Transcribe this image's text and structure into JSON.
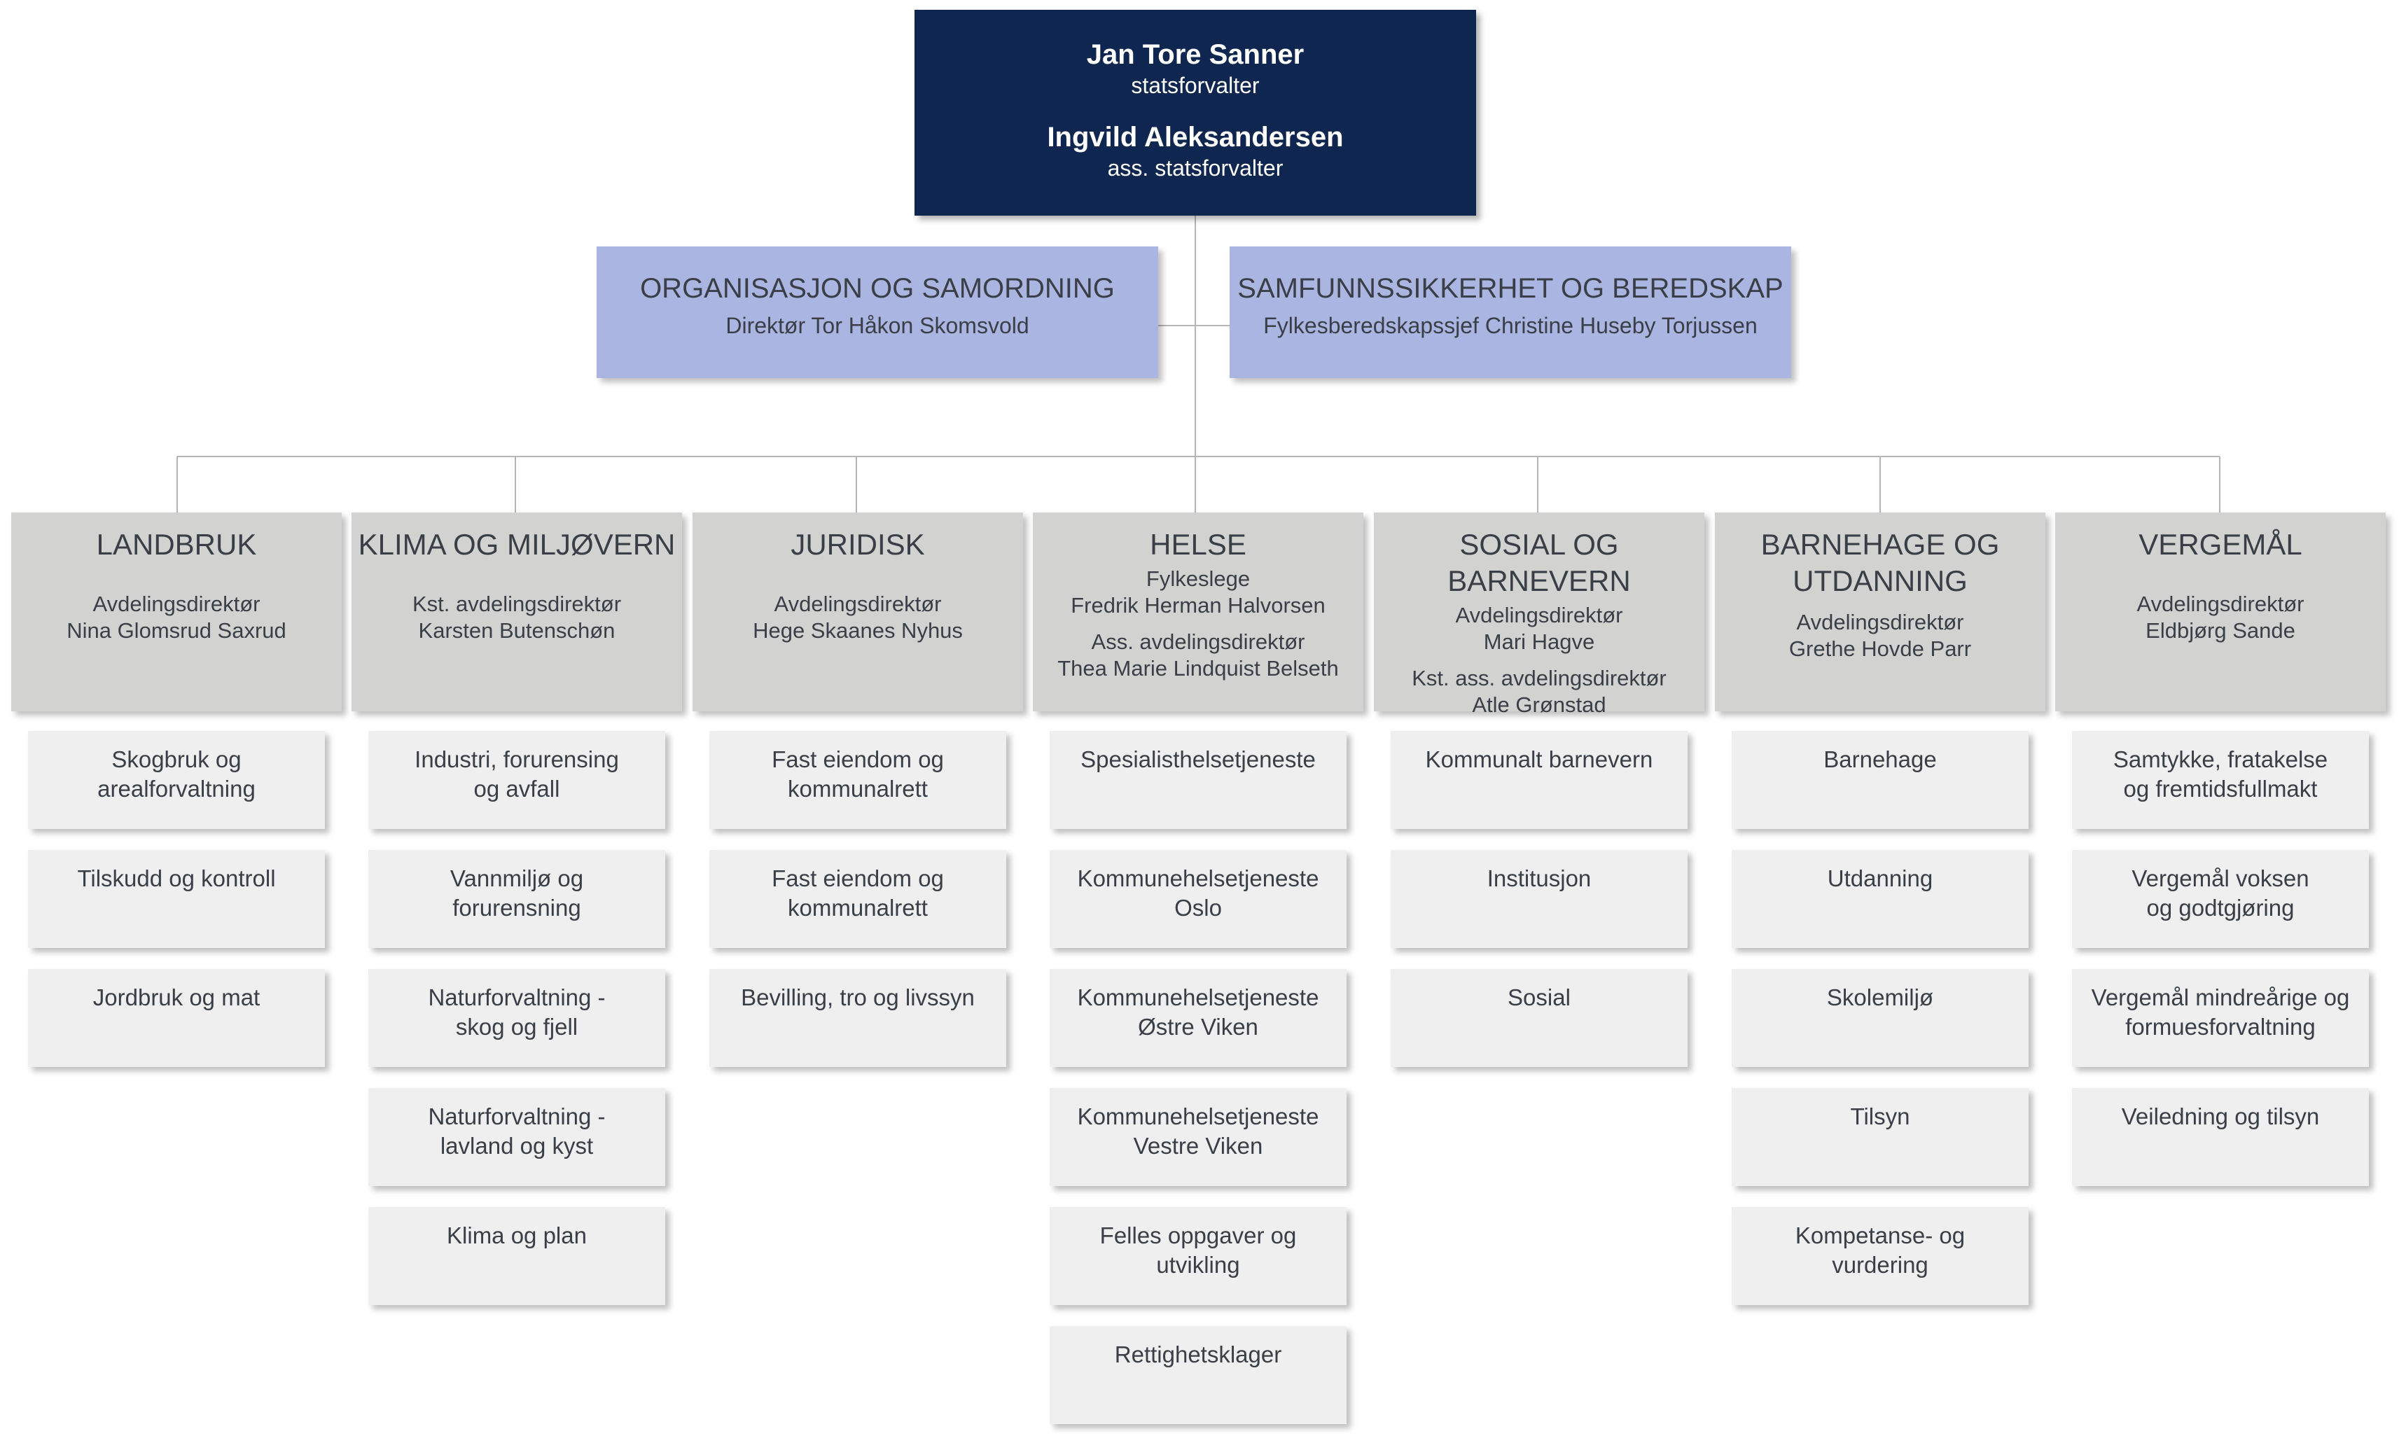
{
  "leadership": [
    {
      "name": "Jan Tore Sanner",
      "role": "statsforvalter"
    },
    {
      "name": "Ingvild Aleksandersen",
      "role": "ass. statsforvalter"
    }
  ],
  "staff_units": [
    {
      "title": "ORGANISASJON OG SAMORDNING",
      "head": "Direktør Tor Håkon Skomsvold"
    },
    {
      "title": "SAMFUNNSSIKKERHET OG BEREDSKAP",
      "head": "Fylkesberedskapssjef Christine Huseby Torjussen"
    }
  ],
  "departments": [
    {
      "title": "LANDBRUK",
      "leaders": [
        {
          "role": "Avdelingsdirektør",
          "name": "Nina Glomsrud Saxrud"
        }
      ],
      "sections": [
        "Skogbruk og\narealforvaltning",
        "Tilskudd og kontroll",
        "Jordbruk og mat"
      ]
    },
    {
      "title": "KLIMA OG MILJØVERN",
      "leaders": [
        {
          "role": "Kst. avdelingsdirektør",
          "name": "Karsten Butenschøn"
        }
      ],
      "sections": [
        "Industri, forurensing\nog avfall",
        "Vannmiljø og\nforurensning",
        "Naturforvaltning -\nskog og fjell",
        "Naturforvaltning -\nlavland og kyst",
        "Klima og plan"
      ]
    },
    {
      "title": "JURIDISK",
      "leaders": [
        {
          "role": "Avdelingsdirektør",
          "name": "Hege Skaanes Nyhus"
        }
      ],
      "sections": [
        "Fast eiendom og\nkommunalrett",
        "Fast eiendom og\nkommunalrett",
        "Bevilling, tro og livssyn"
      ]
    },
    {
      "title": "HELSE",
      "leaders": [
        {
          "role": "Fylkeslege",
          "name": "Fredrik Herman Halvorsen"
        },
        {
          "role": "Ass. avdelingsdirektør",
          "name": "Thea Marie Lindquist Belseth"
        }
      ],
      "sections": [
        "Spesialisthelsetjeneste",
        "Kommunehelsetjeneste\nOslo",
        "Kommunehelsetjeneste\nØstre Viken",
        "Kommunehelsetjeneste\nVestre Viken",
        "Felles oppgaver og\nutvikling",
        "Rettighetsklager"
      ]
    },
    {
      "title": "SOSIAL OG BARNEVERN",
      "leaders": [
        {
          "role": "Avdelingsdirektør",
          "name": "Mari Hagve"
        },
        {
          "role": "Kst. ass. avdelingsdirektør",
          "name": "Atle Grønstad"
        }
      ],
      "sections": [
        "Kommunalt barnevern",
        "Institusjon",
        "Sosial"
      ]
    },
    {
      "title": "BARNEHAGE OG\nUTDANNING",
      "leaders": [
        {
          "role": "Avdelingsdirektør",
          "name": "Grethe Hovde Parr"
        }
      ],
      "sections": [
        "Barnehage",
        "Utdanning",
        "Skolemiljø",
        "Tilsyn",
        "Kompetanse- og\nvurdering"
      ]
    },
    {
      "title": "VERGEMÅL",
      "leaders": [
        {
          "role": "Avdelingsdirektør",
          "name": "Eldbjørg Sande"
        }
      ],
      "sections": [
        "Samtykke, fratakelse\nog fremtidsfullmakt",
        "Vergemål voksen\nog godtgjøring",
        "Vergemål mindreårige og\nformuesforvaltning",
        "Veiledning og tilsyn"
      ]
    }
  ],
  "colors": {
    "top": "#0f2650",
    "staff": "#aab5e1",
    "department": "#d2d3d1",
    "section": "#eeefee",
    "connector": "#b4b6b8"
  }
}
